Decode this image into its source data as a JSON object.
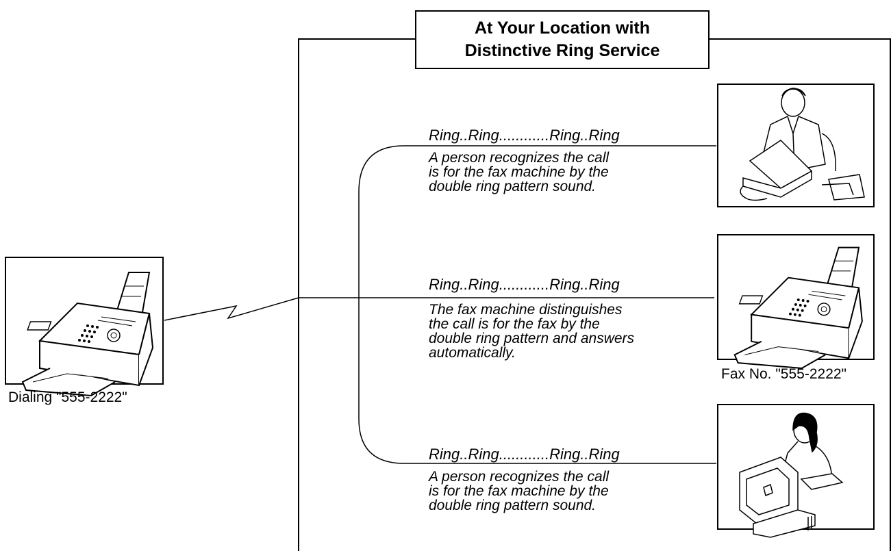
{
  "title": {
    "line1": "At Your Location with",
    "line2": "Distinctive Ring Service"
  },
  "sender": {
    "caption": "Dialing \"555-2222\""
  },
  "branches": [
    {
      "ring": "Ring..Ring............Ring..Ring",
      "description": "A person recognizes the call\nis for the fax machine by the\ndouble ring pattern sound.",
      "device": "person-at-computer"
    },
    {
      "ring": "Ring..Ring............Ring..Ring",
      "description": "The fax machine distinguishes\nthe call is for the fax by the\ndouble ring pattern and answers\nautomatically.",
      "device": "fax-machine",
      "caption": "Fax No. \"555-2222\""
    },
    {
      "ring": "Ring..Ring............Ring..Ring",
      "description": "A person recognizes the call\nis for the fax machine by the\ndouble ring pattern sound.",
      "device": "woman-at-computer"
    }
  ]
}
